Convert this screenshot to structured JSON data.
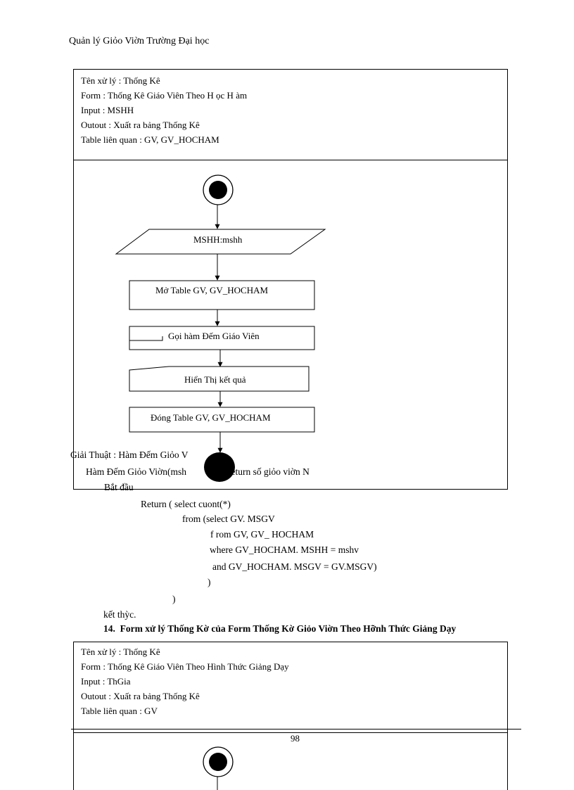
{
  "header": {
    "title": "Quản lý Giỏo Viờn Trường Đại học"
  },
  "section1": {
    "info": {
      "line1": "Tên xử lý : Thống Kê",
      "line2": "Form : Thống Kê Giáo Viên Theo H ọc H àm",
      "line3": "Input : MSHH",
      "line4": "Outout : Xuất ra bảng Thống Kê",
      "line5": "Table liên quan : GV, GV_HOCHAM"
    },
    "flow": {
      "input": "MSHH:mshh",
      "open": "Mở Table GV, GV_HOCHAM",
      "call": "Gọi hàm Đếm Giáo Viên",
      "display": "Hiển Thị kết quả",
      "close": "Đóng Table GV, GV_HOCHAM"
    }
  },
  "algorithm": {
    "title": "Giải Thuật : Hàm Đếm Giỏo V",
    "signature_a": "Hàm   Đếm Giỏo Viờn(msh",
    "signature_b": "return số giỏo viờn N",
    "begin": "Bắt đầu",
    "l1": "Return  ( select cuont(*)",
    "l2": "from  (select  GV. MSGV",
    "l3": "f rom GV, GV_ HOCHAM",
    "l4": "where  GV_HOCHAM. MSHH = mshv",
    "l5": "and GV_HOCHAM. MSGV = GV.MSGV)",
    "l6": ")",
    "l7": ")",
    "end": "kết thỳc."
  },
  "section2": {
    "number": "14",
    "heading": "Form  xử lý Thống Kờ của Form  Thống Kờ Giỏo Viờn Theo Hỡnh Thức Giảng Dạy",
    "info": {
      "line1": "Tên xử lý : Thống Kê",
      "line2": "Form : Thống Kê Giáo Viên Theo Hình Thức Giảng Dạy",
      "line3": "Input : ThGia",
      "line4": "Outout : Xuất ra bảng Thống Kê",
      "line5": "Table liên quan : GV"
    }
  },
  "footer": {
    "page_number": "98"
  }
}
